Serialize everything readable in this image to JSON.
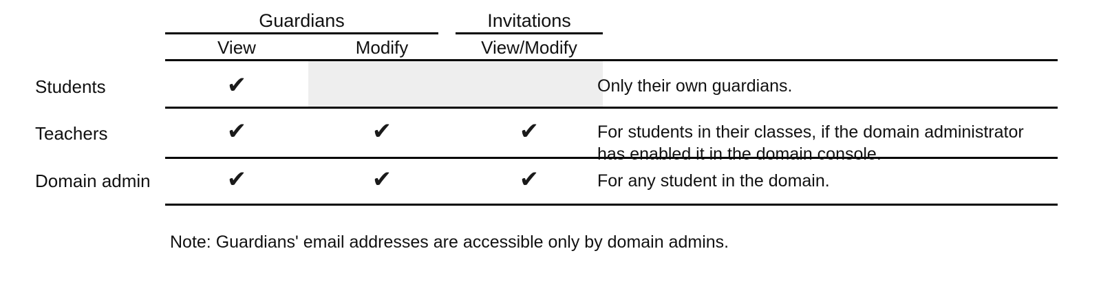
{
  "table": {
    "column_groups": [
      {
        "label": "Guardians",
        "span": 2
      },
      {
        "label": "Invitations",
        "span": 1
      }
    ],
    "columns": [
      {
        "label": "View"
      },
      {
        "label": "Modify"
      },
      {
        "label": "View/Modify"
      }
    ],
    "rows": [
      {
        "label": "Students",
        "view": "✔",
        "modify": "",
        "invitations": "",
        "modify_state": "shaded-unavailable",
        "invitations_state": "shaded-unavailable",
        "description": "Only their own guardians."
      },
      {
        "label": "Teachers",
        "view": "✔",
        "modify": "✔",
        "invitations": "✔",
        "modify_state": "allowed",
        "invitations_state": "allowed",
        "description": "For students in their classes, if the domain administrator has enabled it in the domain console."
      },
      {
        "label": "Domain admin",
        "view": "✔",
        "modify": "✔",
        "invitations": "✔",
        "modify_state": "allowed",
        "invitations_state": "allowed",
        "description": "For any student in the domain."
      }
    ]
  },
  "note": "Note: Guardians' email addresses are accessible only by domain admins.",
  "colors": {
    "rule": "#000000",
    "text": "#111111",
    "shade": "#eeeeee",
    "check": "#1a1a1a",
    "background": "#ffffff"
  }
}
